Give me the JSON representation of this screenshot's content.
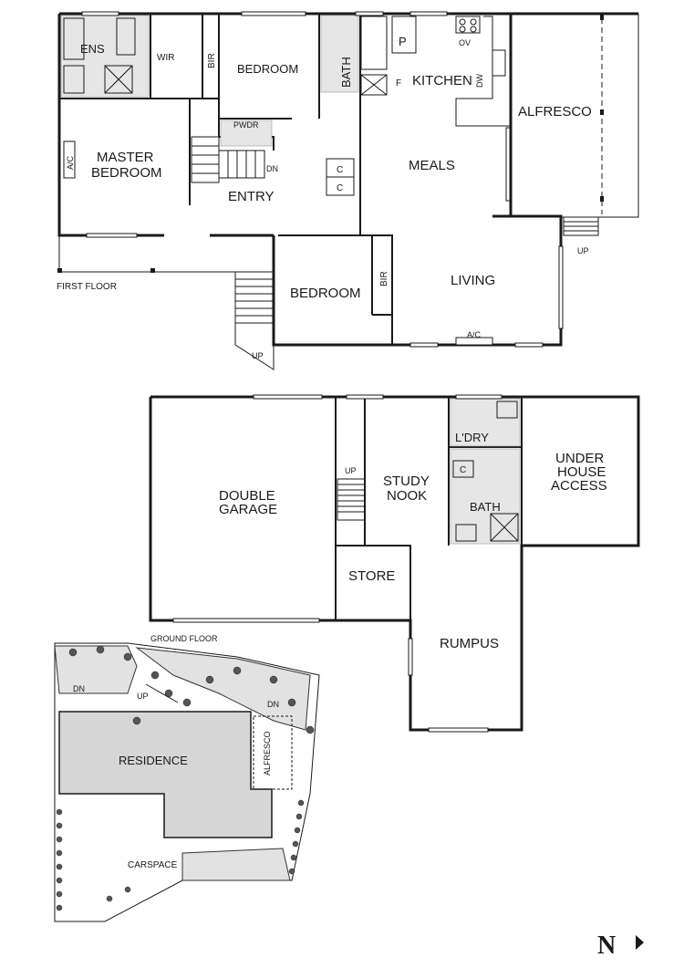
{
  "plan_labels": {
    "first_floor": "FIRST FLOOR",
    "ground_floor": "GROUND FLOOR"
  },
  "first_floor_rooms": {
    "ens": "ENS",
    "wir": "WIR",
    "bir_top": "BIR",
    "bedroom_top": "BEDROOM",
    "bath_top": "BATH",
    "p": "P",
    "ov": "OV",
    "kitchen": "KITCHEN",
    "f": "F",
    "dw": "DW",
    "alfresco": "ALFRESCO",
    "pwdr": "PWDR",
    "ac_master": "A/C",
    "master_bedroom_1": "MASTER",
    "master_bedroom_2": "BEDROOM",
    "dn": "DN",
    "c1": "C",
    "c2": "C",
    "meals": "MEALS",
    "entry": "ENTRY",
    "up_alfresco": "UP",
    "bedroom_2": "BEDROOM",
    "bir_2": "BIR",
    "living": "LIVING",
    "ac_living": "A/C",
    "up_entry": "UP"
  },
  "ground_floor_rooms": {
    "ldry": "L'DRY",
    "under_house_1": "UNDER",
    "under_house_2": "HOUSE",
    "under_house_3": "ACCESS",
    "up": "UP",
    "study_1": "STUDY",
    "study_2": "NOOK",
    "c": "C",
    "double_garage_1": "DOUBLE",
    "double_garage_2": "GARAGE",
    "bath": "BATH",
    "store": "STORE",
    "rumpus": "RUMPUS"
  },
  "site_plan": {
    "dn_left": "DN",
    "up": "UP",
    "dn_right": "DN",
    "residence": "RESIDENCE",
    "alfresco": "ALFRESCO",
    "carspace": "CARSPACE"
  },
  "compass": {
    "north": "N"
  },
  "colors": {
    "wall": "#1a1a1a",
    "tile": "#e6e6e6",
    "site_fill": "#e2e2e2",
    "shrub": "#555555"
  }
}
